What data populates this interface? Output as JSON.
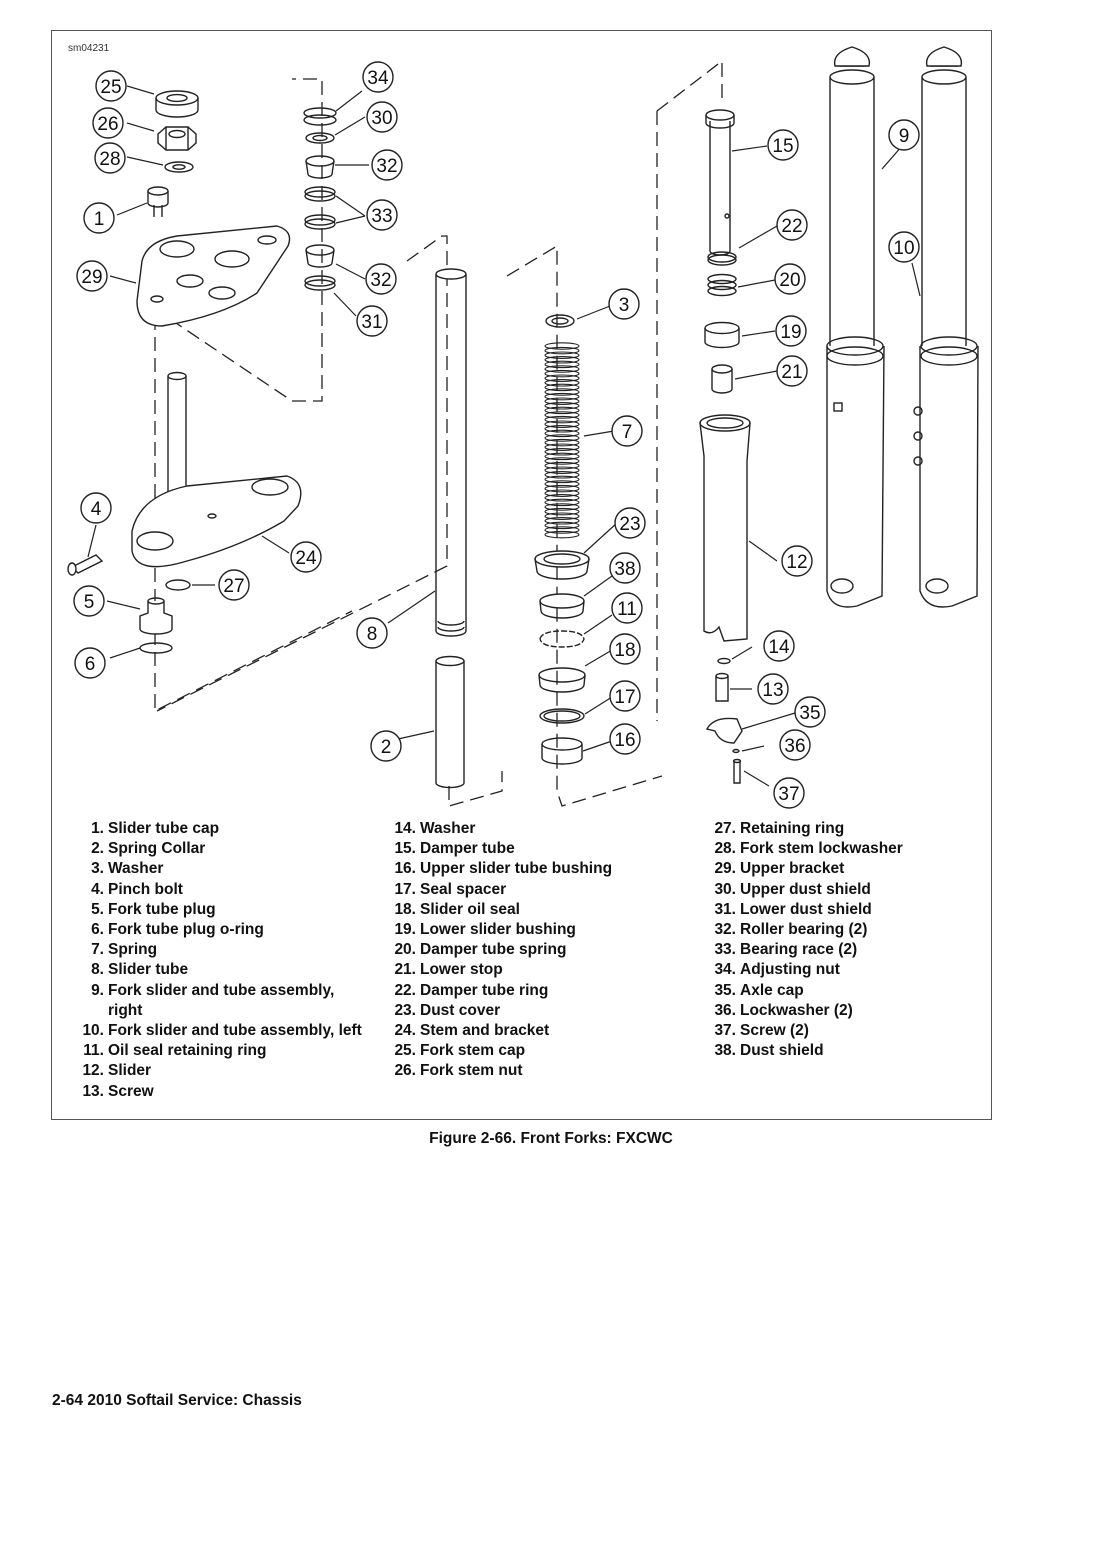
{
  "figure": {
    "id": "sm04231",
    "caption": "Figure 2-66. Front Forks: FXCWC"
  },
  "callouts": [
    "25",
    "26",
    "28",
    "1",
    "29",
    "34",
    "30",
    "32",
    "33",
    "32",
    "31",
    "15",
    "9",
    "22",
    "10",
    "20",
    "3",
    "19",
    "21",
    "7",
    "4",
    "23",
    "24",
    "12",
    "27",
    "38",
    "5",
    "11",
    "8",
    "14",
    "18",
    "6",
    "13",
    "17",
    "35",
    "2",
    "16",
    "36",
    "37"
  ],
  "legend": {
    "col1": [
      {
        "num": "1.",
        "text": "Slider tube cap"
      },
      {
        "num": "2.",
        "text": "Spring Collar"
      },
      {
        "num": "3.",
        "text": "Washer"
      },
      {
        "num": "4.",
        "text": "Pinch bolt"
      },
      {
        "num": "5.",
        "text": "Fork tube plug"
      },
      {
        "num": "6.",
        "text": "Fork tube plug o-ring"
      },
      {
        "num": "7.",
        "text": "Spring"
      },
      {
        "num": "8.",
        "text": "Slider tube"
      },
      {
        "num": "9.",
        "text": "Fork slider and tube assembly, right"
      },
      {
        "num": "10.",
        "text": "Fork slider and tube assembly, left"
      },
      {
        "num": "11.",
        "text": "Oil seal retaining ring"
      },
      {
        "num": "12.",
        "text": "Slider"
      },
      {
        "num": "13.",
        "text": "Screw"
      }
    ],
    "col2": [
      {
        "num": "14.",
        "text": "Washer"
      },
      {
        "num": "15.",
        "text": "Damper tube"
      },
      {
        "num": "16.",
        "text": "Upper slider tube bushing"
      },
      {
        "num": "17.",
        "text": "Seal spacer"
      },
      {
        "num": "18.",
        "text": "Slider oil seal"
      },
      {
        "num": "19.",
        "text": "Lower slider bushing"
      },
      {
        "num": "20.",
        "text": "Damper tube spring"
      },
      {
        "num": "21.",
        "text": "Lower stop"
      },
      {
        "num": "22.",
        "text": "Damper tube ring"
      },
      {
        "num": "23.",
        "text": "Dust cover"
      },
      {
        "num": "24.",
        "text": "Stem and bracket"
      },
      {
        "num": "25.",
        "text": "Fork stem cap"
      },
      {
        "num": "26.",
        "text": "Fork stem nut"
      }
    ],
    "col3": [
      {
        "num": "27.",
        "text": "Retaining ring"
      },
      {
        "num": "28.",
        "text": "Fork stem lockwasher"
      },
      {
        "num": "29.",
        "text": "Upper bracket"
      },
      {
        "num": "30.",
        "text": "Upper dust shield"
      },
      {
        "num": "31.",
        "text": "Lower dust shield"
      },
      {
        "num": "32.",
        "text": "Roller bearing (2)"
      },
      {
        "num": "33.",
        "text": "Bearing race (2)"
      },
      {
        "num": "34.",
        "text": "Adjusting nut"
      },
      {
        "num": "35.",
        "text": "Axle cap"
      },
      {
        "num": "36.",
        "text": "Lockwasher (2)"
      },
      {
        "num": "37.",
        "text": "Screw (2)"
      },
      {
        "num": "38.",
        "text": "Dust shield"
      }
    ]
  },
  "footer": {
    "text": "2-64  2010 Softail Service: Chassis"
  }
}
